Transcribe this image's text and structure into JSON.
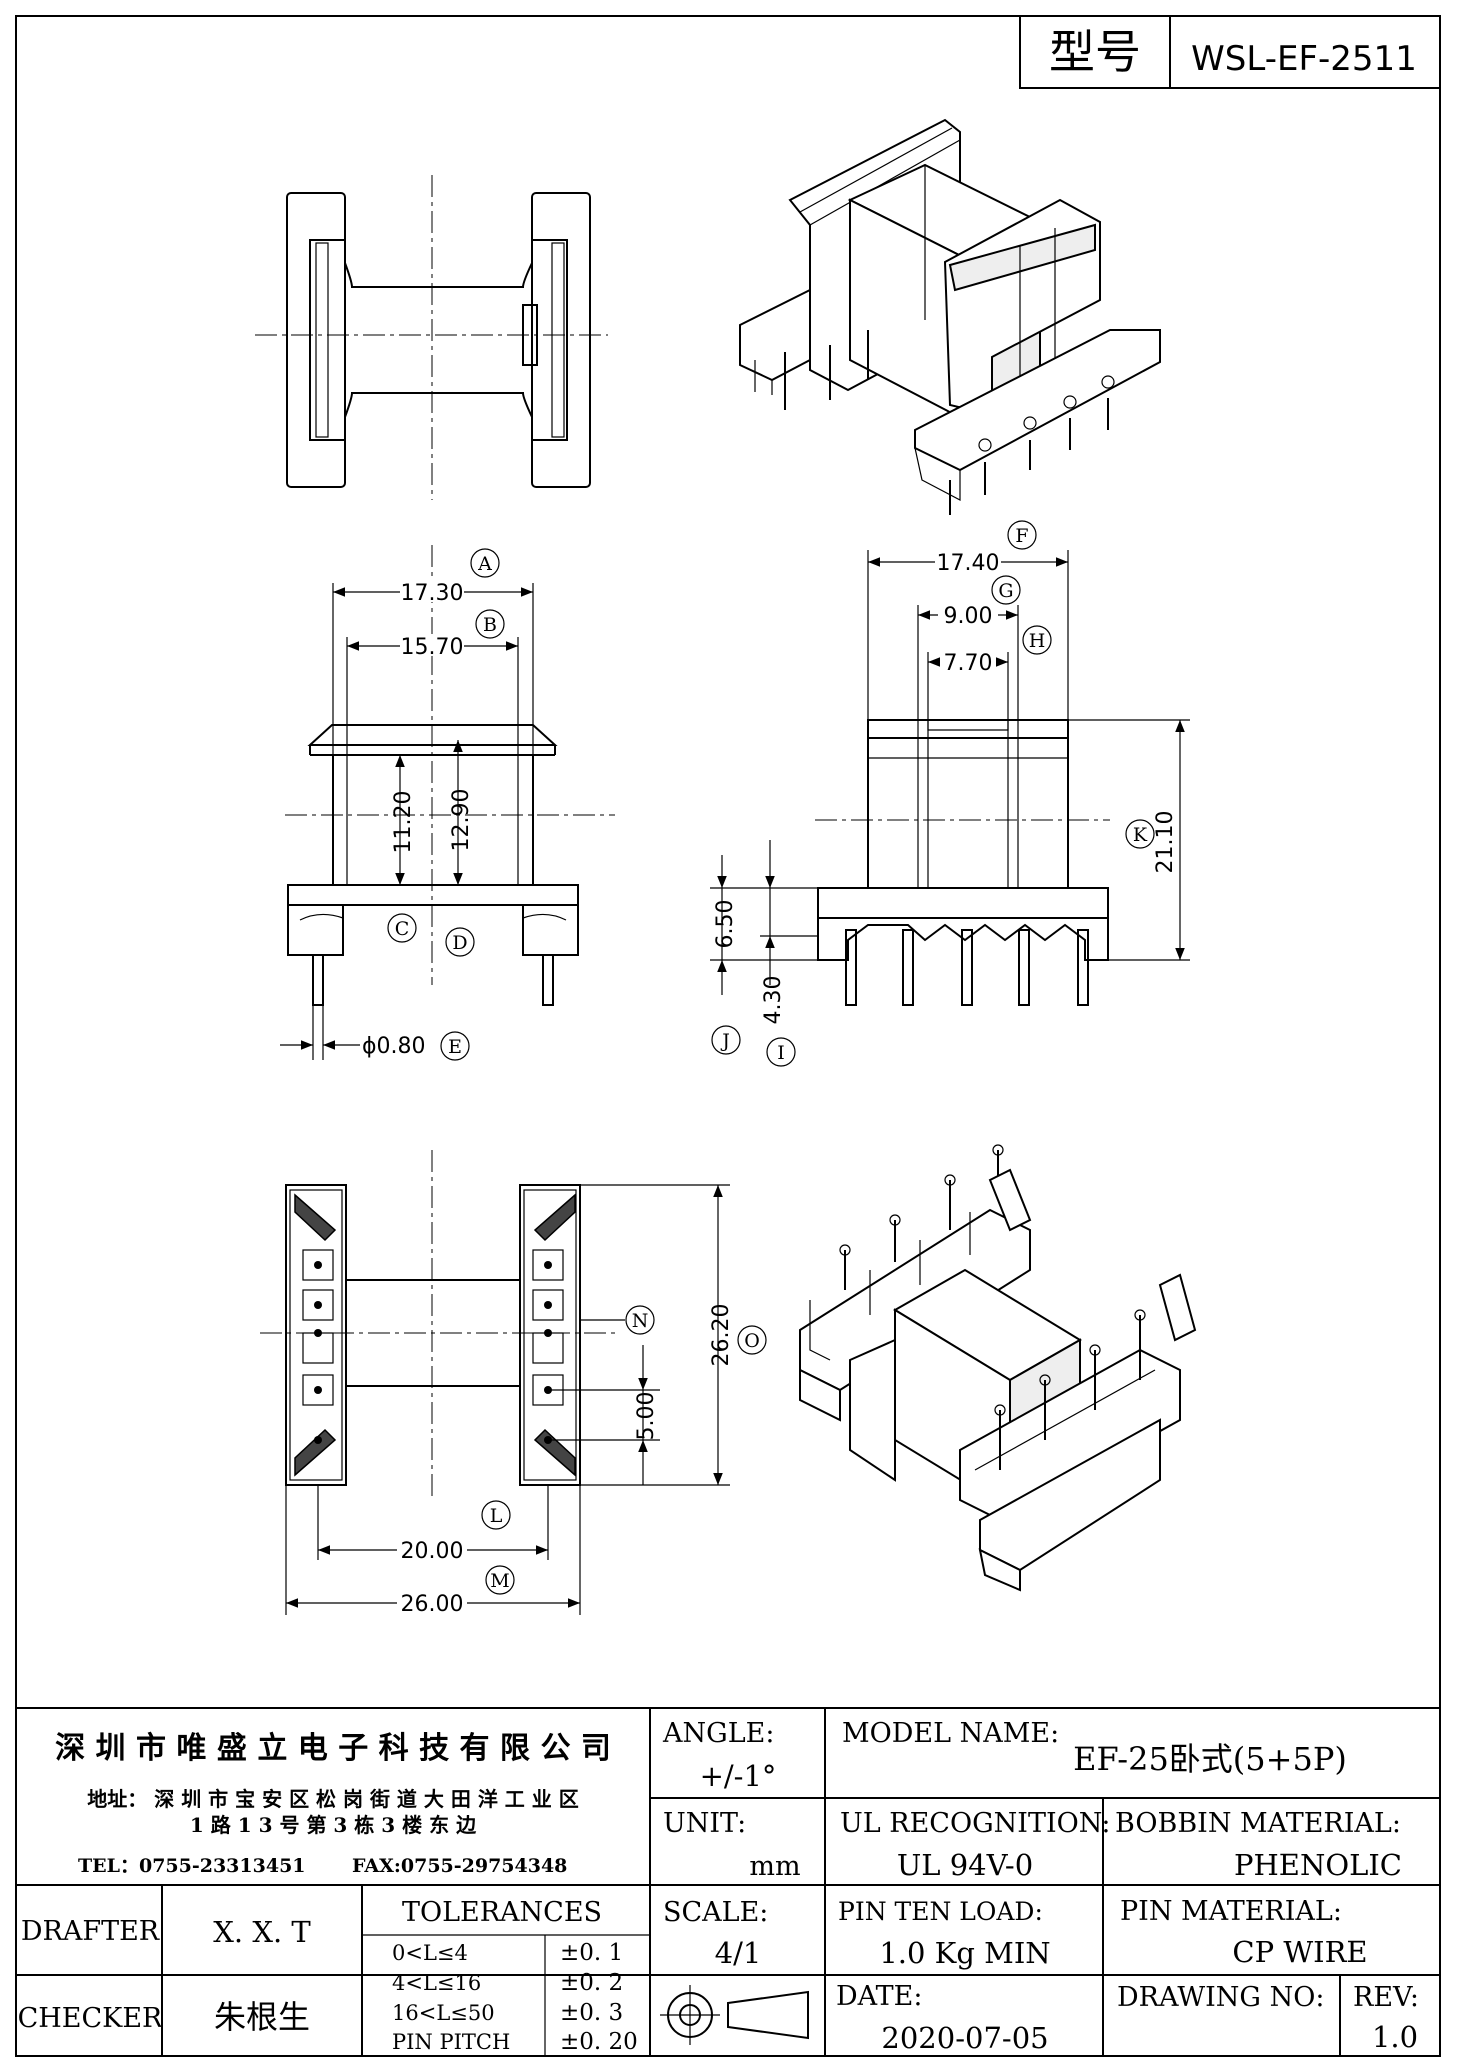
{
  "header": {
    "model_label": "型号",
    "model_value": "WSL-EF-2511"
  },
  "dimensions": {
    "A": {
      "letter": "A",
      "value": "17.30"
    },
    "B": {
      "letter": "B",
      "value": "15.70"
    },
    "C": {
      "letter": "C",
      "value": "11.20"
    },
    "D": {
      "letter": "D",
      "value": "12.90"
    },
    "E": {
      "letter": "E",
      "value": "ϕ0.80"
    },
    "F": {
      "letter": "F",
      "value": "17.40"
    },
    "G": {
      "letter": "G",
      "value": "9.00"
    },
    "H": {
      "letter": "H",
      "value": "7.70"
    },
    "I": {
      "letter": "I",
      "value": "4.30"
    },
    "J": {
      "letter": "J",
      "value": "6.50"
    },
    "K": {
      "letter": "K",
      "value": "21.10"
    },
    "L": {
      "letter": "L",
      "value": "20.00"
    },
    "M": {
      "letter": "M",
      "value": "26.00"
    },
    "N": {
      "letter": "N",
      "value": "5.00"
    },
    "O": {
      "letter": "O",
      "value": "26.20"
    }
  },
  "title_block": {
    "company": "深 圳 市 唯 盛 立 电 子 科 技 有 限 公 司",
    "address_line1": "地址： 深 圳 市 宝 安 区 松 岗 街 道 大 田 洋 工 业 区",
    "address_line2": "1 路 1 3 号 第 3 栋 3 楼 东 边",
    "tel": "TEL：0755-23313451",
    "fax": "FAX:0755-29754348",
    "angle_label": "ANGLE:",
    "angle_value": "+/-1°",
    "model_name_label": "MODEL NAME:",
    "model_name_value": "EF-25卧式(5+5P)",
    "unit_label": "UNIT:",
    "unit_value": "mm",
    "ul_label": "UL RECOGNITION:",
    "ul_value": "UL 94V-0",
    "bobbin_label": "BOBBIN MATERIAL:",
    "bobbin_value": "PHENOLIC",
    "drafter_label": "DRAFTER",
    "drafter_value": "X. X. T",
    "checker_label": "CHECKER",
    "checker_value": "朱根生",
    "tolerances_label": "TOLERANCES",
    "tolerances": [
      {
        "range": "0<L≤4",
        "value": "±0. 1"
      },
      {
        "range": "4<L≤16",
        "value": "±0. 2"
      },
      {
        "range": "16<L≤50",
        "value": "±0. 3"
      },
      {
        "range": "PIN PITCH",
        "value": "±0. 20"
      }
    ],
    "scale_label": "SCALE:",
    "scale_value": "4/1",
    "pin_load_label": "PIN TEN LOAD:",
    "pin_load_value": "1.0 Kg MIN",
    "pin_material_label": "PIN MATERIAL:",
    "pin_material_value": "CP WIRE",
    "date_label": "DATE:",
    "date_value": "2020-07-05",
    "drawing_no_label": "DRAWING NO:",
    "rev_label": "REV:",
    "rev_value": "1.0"
  }
}
